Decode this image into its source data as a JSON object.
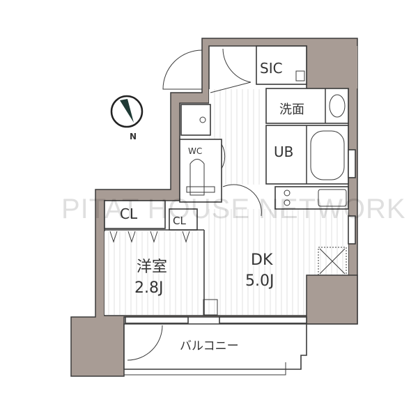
{
  "floorplan": {
    "rooms": {
      "sic": "SIC",
      "washroom": "洗面",
      "bath": "UB",
      "wc": "WC",
      "closet_large": "CL",
      "closet_small": "CL",
      "western_room": "洋室",
      "western_room_size": "2.8J",
      "dk": "DK",
      "dk_size": "5.0J",
      "balcony": "バルコニー"
    },
    "compass": {
      "label": "N"
    },
    "watermark": "PITAT HOUSE NETWORK",
    "colors": {
      "wall": "#a89c95",
      "line": "#3a3a3a"
    }
  }
}
